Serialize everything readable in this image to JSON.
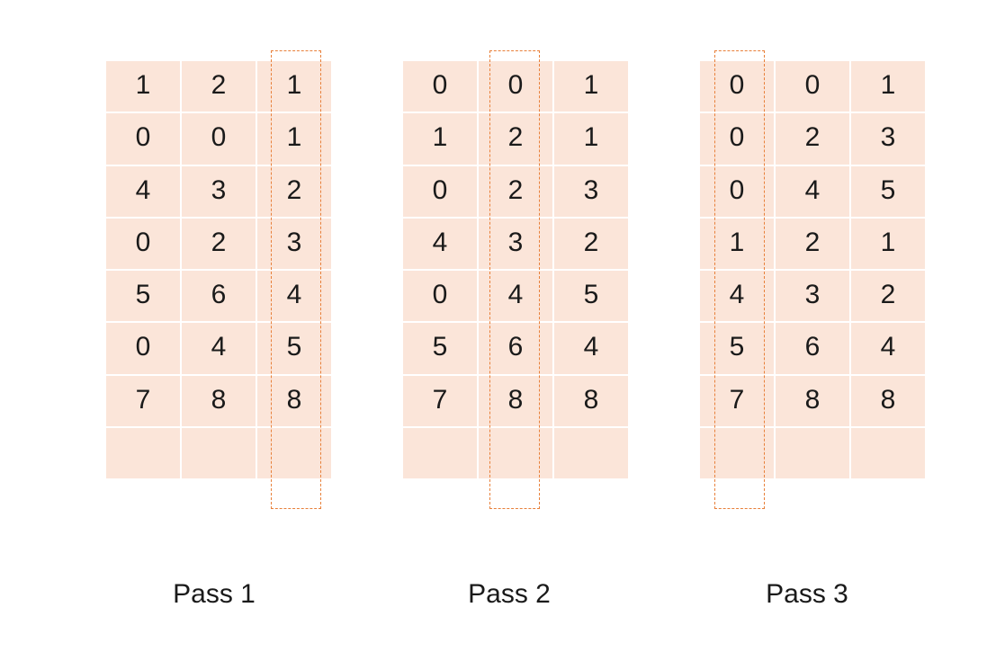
{
  "passes": [
    {
      "label": "Pass 1",
      "highlighted_column": 3,
      "rows": [
        [
          "1",
          "2",
          "1"
        ],
        [
          "0",
          "0",
          "1"
        ],
        [
          "4",
          "3",
          "2"
        ],
        [
          "0",
          "2",
          "3"
        ],
        [
          "5",
          "6",
          "4"
        ],
        [
          "0",
          "4",
          "5"
        ],
        [
          "7",
          "8",
          "8"
        ],
        [
          "",
          "",
          ""
        ]
      ]
    },
    {
      "label": "Pass 2",
      "highlighted_column": 2,
      "rows": [
        [
          "0",
          "0",
          "1"
        ],
        [
          "1",
          "2",
          "1"
        ],
        [
          "0",
          "2",
          "3"
        ],
        [
          "4",
          "3",
          "2"
        ],
        [
          "0",
          "4",
          "5"
        ],
        [
          "5",
          "6",
          "4"
        ],
        [
          "7",
          "8",
          "8"
        ],
        [
          "",
          "",
          ""
        ]
      ]
    },
    {
      "label": "Pass 3",
      "highlighted_column": 1,
      "rows": [
        [
          "0",
          "0",
          "1"
        ],
        [
          "0",
          "2",
          "3"
        ],
        [
          "0",
          "4",
          "5"
        ],
        [
          "1",
          "2",
          "1"
        ],
        [
          "4",
          "3",
          "2"
        ],
        [
          "5",
          "6",
          "4"
        ],
        [
          "7",
          "8",
          "8"
        ],
        [
          "",
          "",
          ""
        ]
      ]
    }
  ],
  "colors": {
    "cell_fill": "#fbe5d9",
    "highlight_border": "#e8803a",
    "text": "#1a1a1a"
  }
}
